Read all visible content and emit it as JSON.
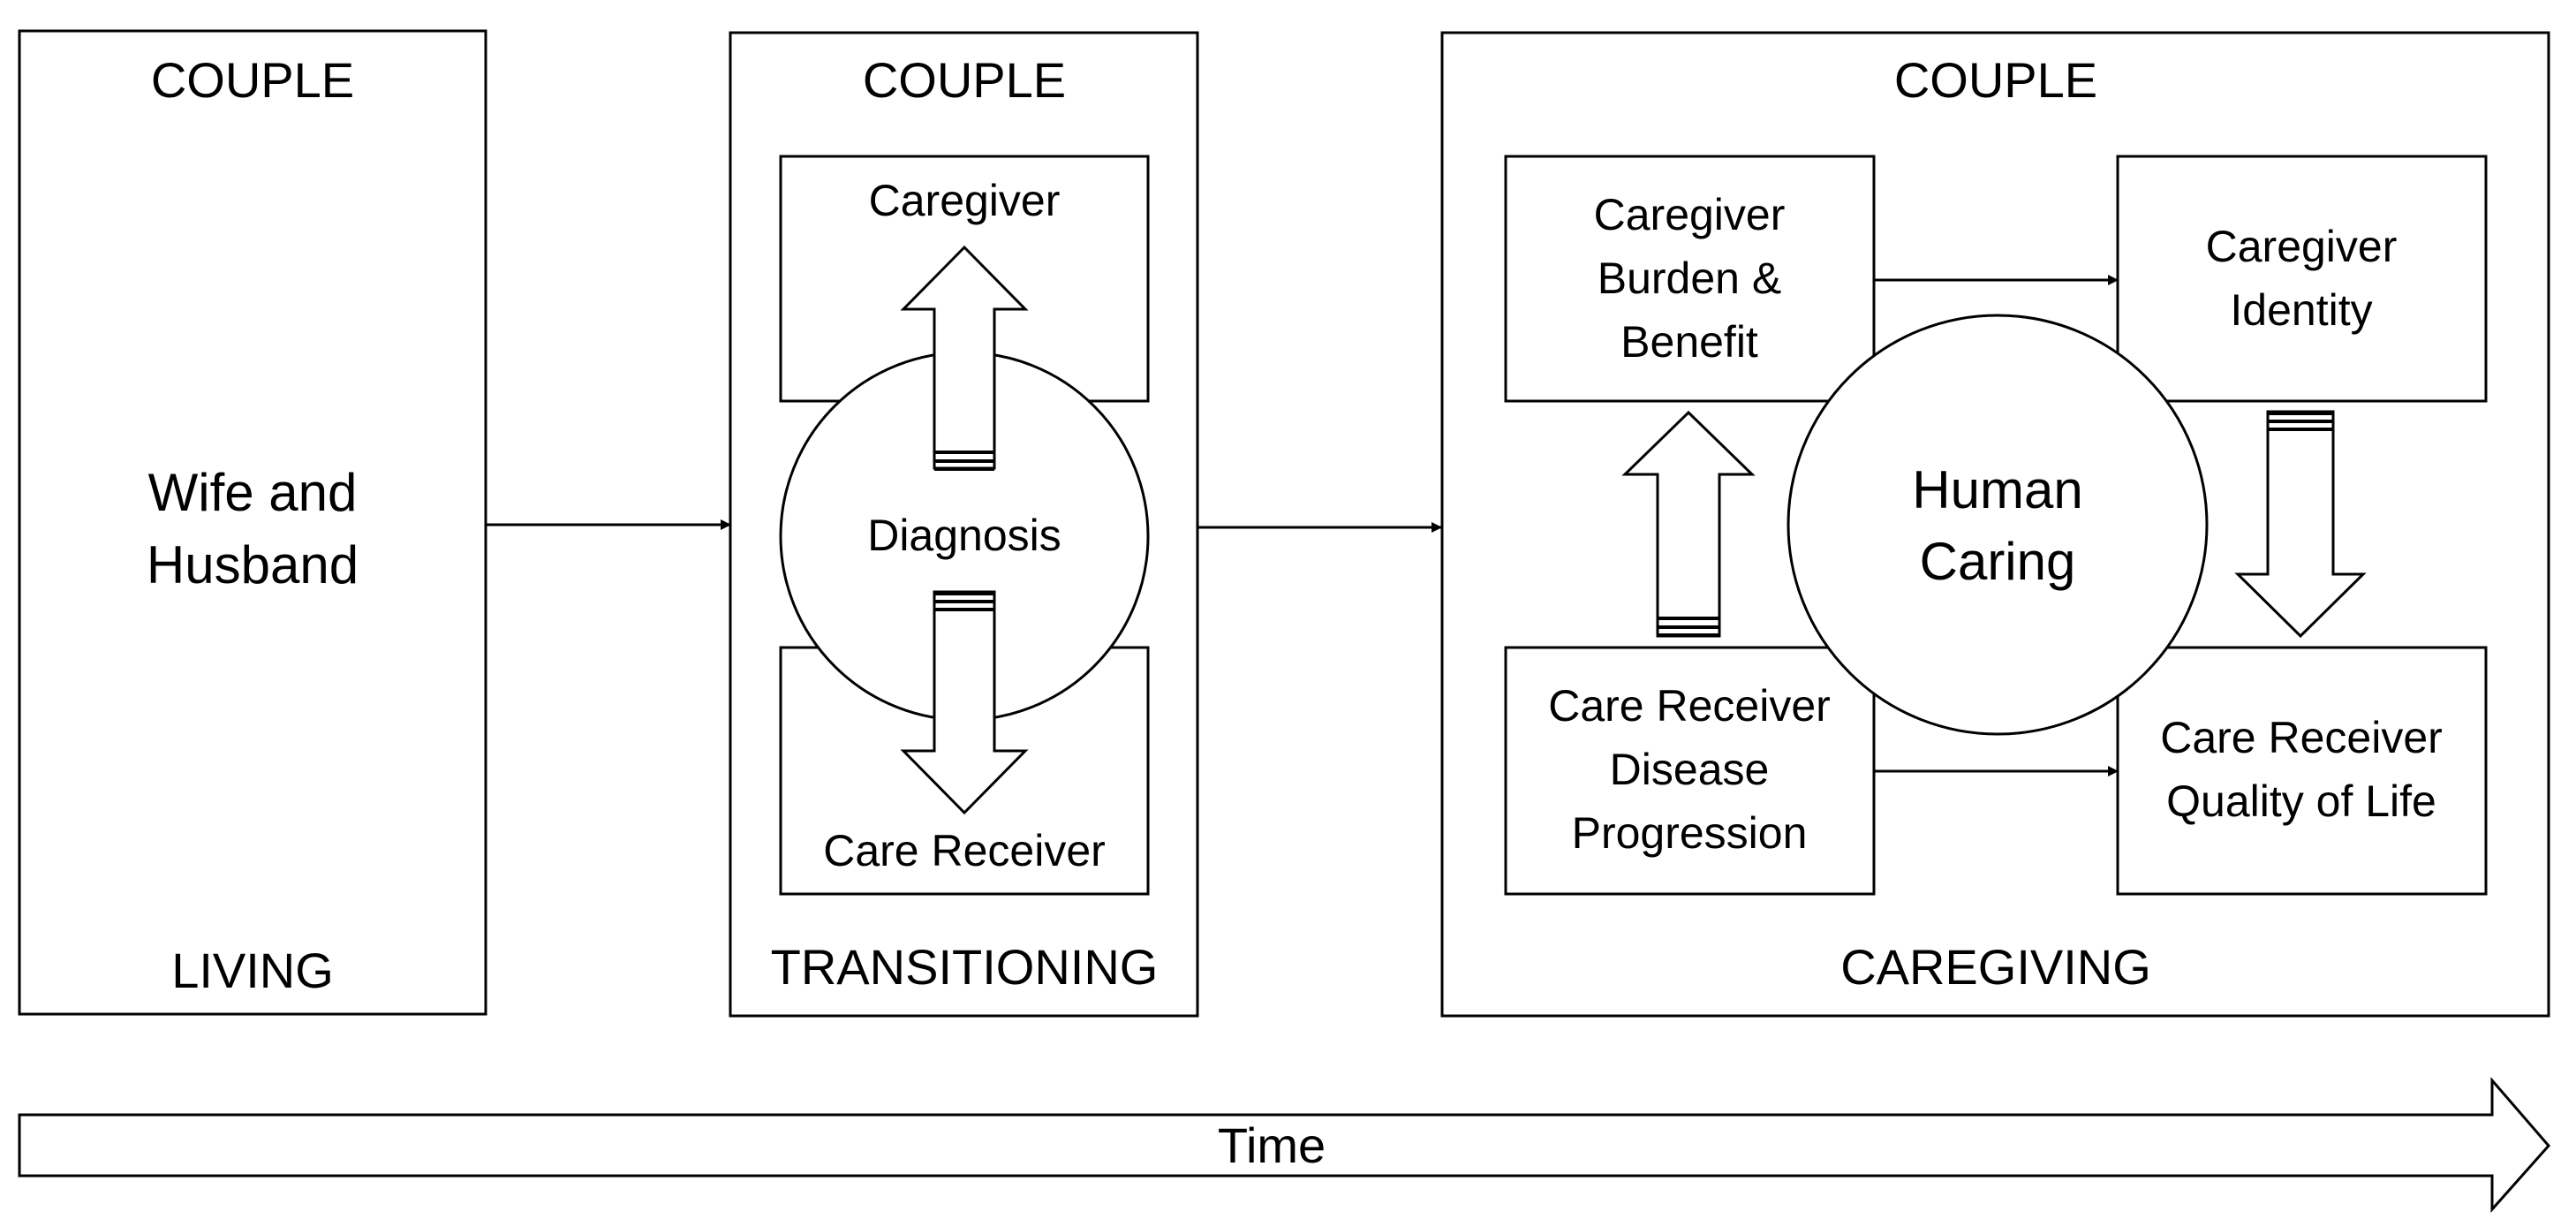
{
  "colors": {
    "stroke": "#000000",
    "fill": "#ffffff"
  },
  "stages": {
    "living": {
      "top": "COUPLE",
      "center": [
        "Wife and",
        "Husband"
      ],
      "bottom": "LIVING"
    },
    "transitioning": {
      "top": "COUPLE",
      "upper_box": "Caregiver",
      "circle": "Diagnosis",
      "lower_box": "Care Receiver",
      "bottom": "TRANSITIONING"
    },
    "caregiving": {
      "top": "COUPLE",
      "burden_box": [
        "Caregiver",
        "Burden &",
        "Benefit"
      ],
      "identity_box": [
        "Caregiver",
        "Identity"
      ],
      "progression_box": [
        "Care Receiver",
        "Disease",
        "Progression"
      ],
      "quality_box": [
        "Care Receiver",
        "Quality of Life"
      ],
      "circle": [
        "Human",
        "Caring"
      ],
      "bottom": "CAREGIVING"
    }
  },
  "timeline": {
    "label": "Time"
  }
}
